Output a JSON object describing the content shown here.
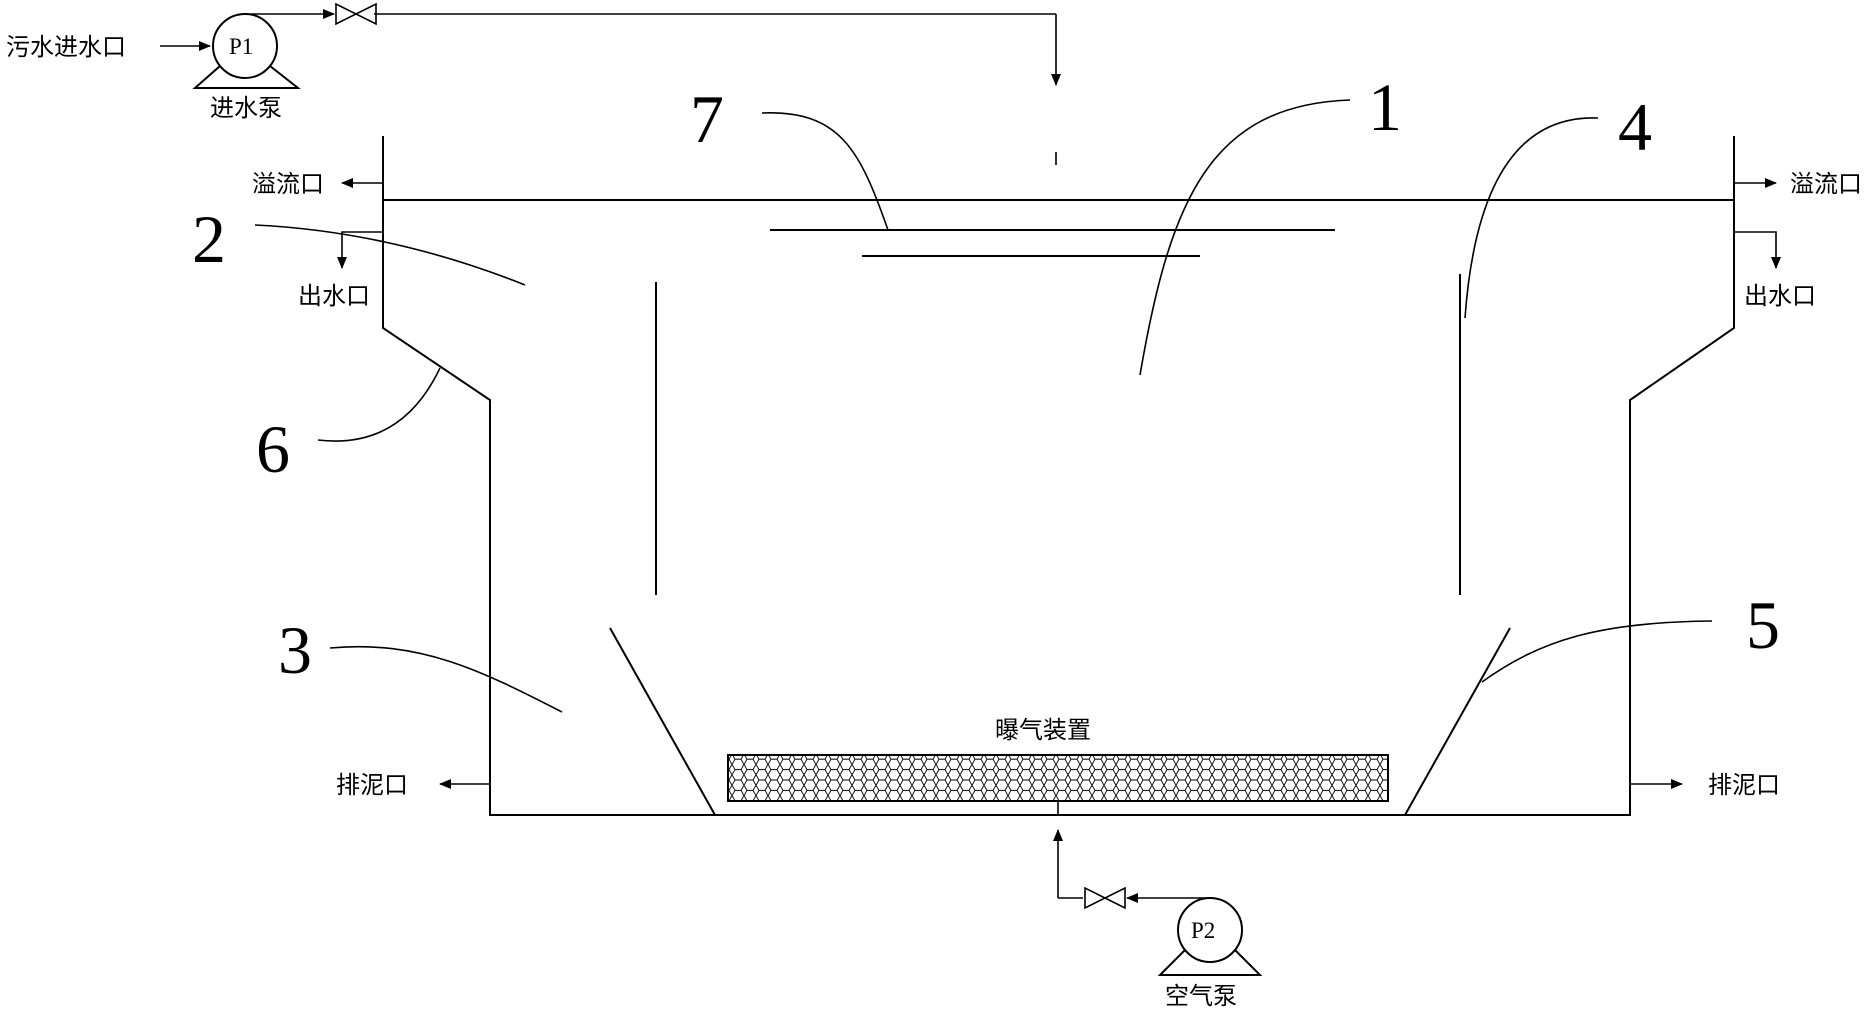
{
  "labels": {
    "sewage_inlet": "污水进水口",
    "inlet_pump": "进水泵",
    "overflow_left": "溢流口",
    "overflow_right": "溢流口",
    "outlet_left": "出水口",
    "outlet_right": "出水口",
    "sludge_left": "排泥口",
    "sludge_right": "排泥口",
    "aeration_device": "曝气装置",
    "air_pump": "空气泵"
  },
  "pumps": {
    "p1": "P1",
    "p2": "P2"
  },
  "callouts": [
    "1",
    "2",
    "3",
    "4",
    "5",
    "6",
    "7"
  ]
}
